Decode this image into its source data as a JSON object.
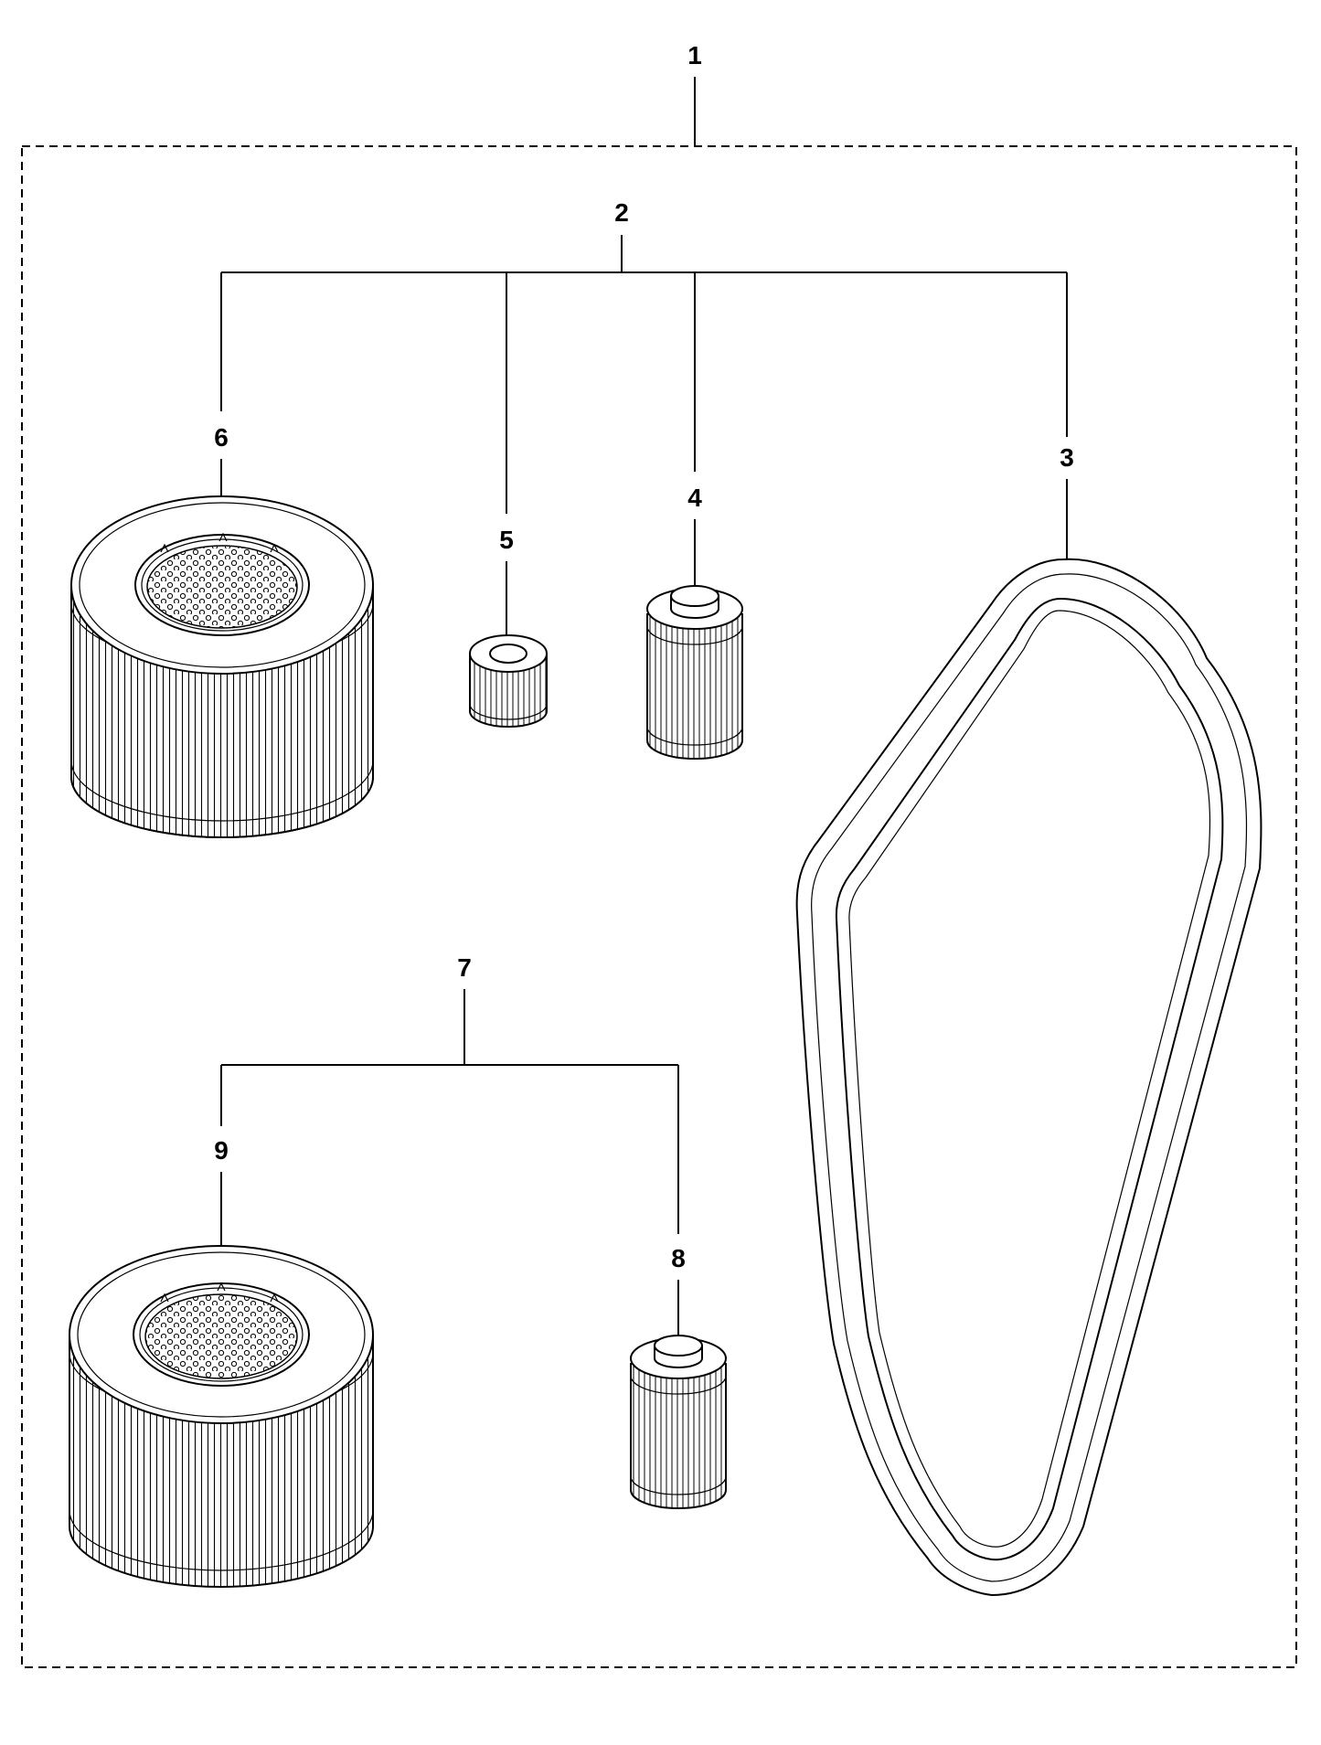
{
  "diagram": {
    "colors": {
      "line": "#000000",
      "background": "#ffffff"
    },
    "callouts": {
      "c1": "1",
      "c2": "2",
      "c3": "3",
      "c4": "4",
      "c5": "5",
      "c6": "6",
      "c7": "7",
      "c8": "8",
      "c9": "9"
    },
    "parts": [
      {
        "ref": "6",
        "kind": "large air filter element"
      },
      {
        "ref": "5",
        "kind": "small filter element"
      },
      {
        "ref": "4",
        "kind": "fuel filter element"
      },
      {
        "ref": "3",
        "kind": "drive belt"
      },
      {
        "ref": "9",
        "kind": "large air filter element"
      },
      {
        "ref": "8",
        "kind": "fuel filter element"
      }
    ]
  }
}
